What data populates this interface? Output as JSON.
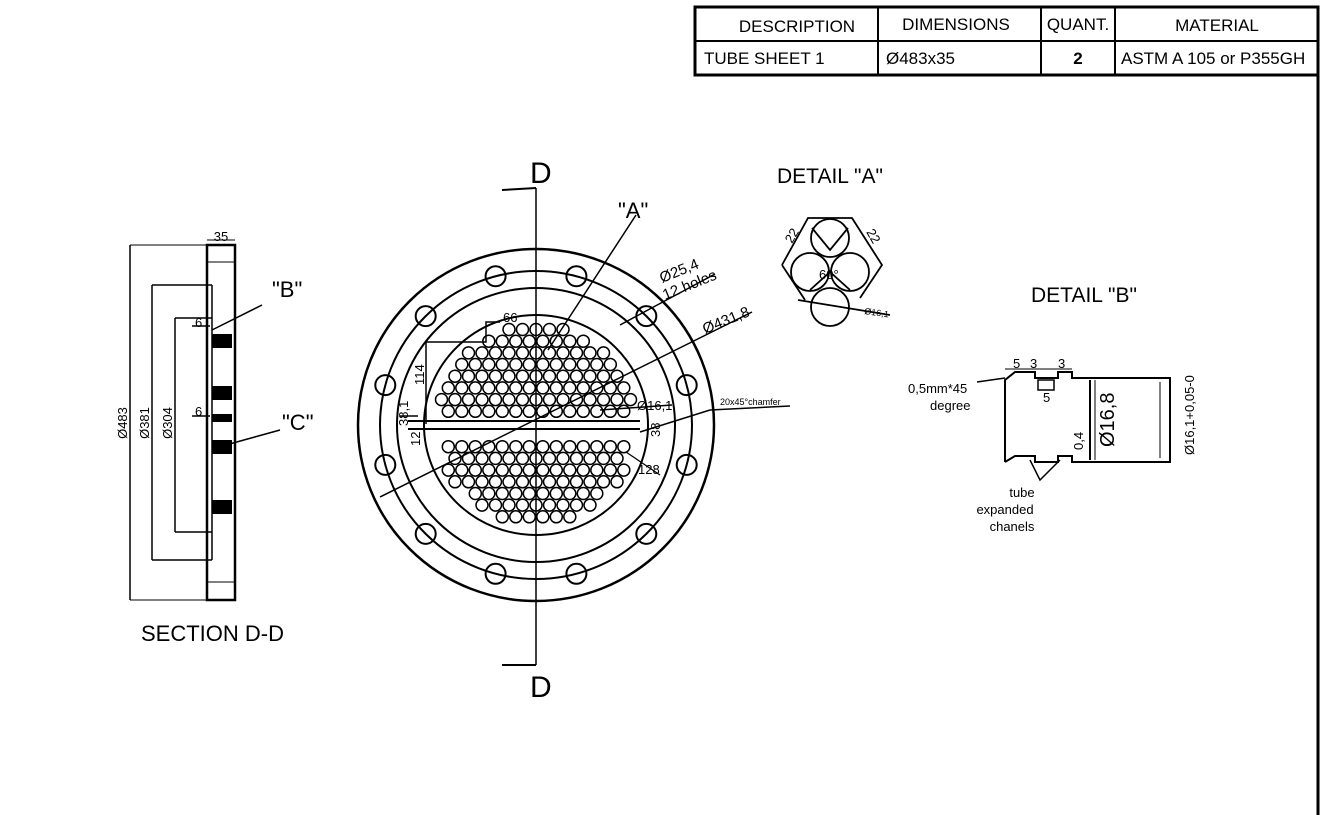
{
  "table": {
    "headers": [
      "DESCRIPTION",
      "DIMENSIONS",
      "QUANT.",
      "MATERIAL"
    ],
    "row": [
      "TUBE SHEET 1",
      "Ø483x35",
      "2",
      "ASTM A 105 or P355GH"
    ]
  },
  "section": {
    "title": "SECTION D-D",
    "dim_thickness": "35",
    "dim_od": "Ø483",
    "dim_bolt_circle": "Ø381",
    "dim_inner": "Ø304",
    "dim_6_top": "6",
    "dim_6_mid": "6",
    "callout_b": "\"B\"",
    "callout_c": "\"C\""
  },
  "front": {
    "cut_top": "D",
    "cut_bottom": "D",
    "callout_a": "\"A\"",
    "bolt_hole_dia": "Ø25,4",
    "bolt_hole_count": "12 holes",
    "dia_431": "Ø431,8",
    "tube_dia": "Ø16,1",
    "chamfer": "20x45°chamfer",
    "dim_66": "66",
    "dim_114": "114",
    "dim_38_1": "38,1",
    "dim_12": "12",
    "dim_38": "38",
    "dim_128": "128"
  },
  "detail_a": {
    "title": "DETAIL \"A\"",
    "dim_22_left": "22",
    "dim_22_right": "22",
    "angle": "60°",
    "tube_dia": "Ø16,1"
  },
  "detail_b": {
    "title": "DETAIL \"B\"",
    "dim_5": "5",
    "dim_3a": "3",
    "dim_3b": "3",
    "dim_5_groove": "5",
    "chamfer_note_1": "0,5mm*45",
    "chamfer_note_2": "degree",
    "dim_04": "0,4",
    "bore": "Ø16,8",
    "tube_tol": "Ø16,1+0,05-0",
    "note_1": "tube",
    "note_2": "expanded",
    "note_3": "chanels"
  }
}
